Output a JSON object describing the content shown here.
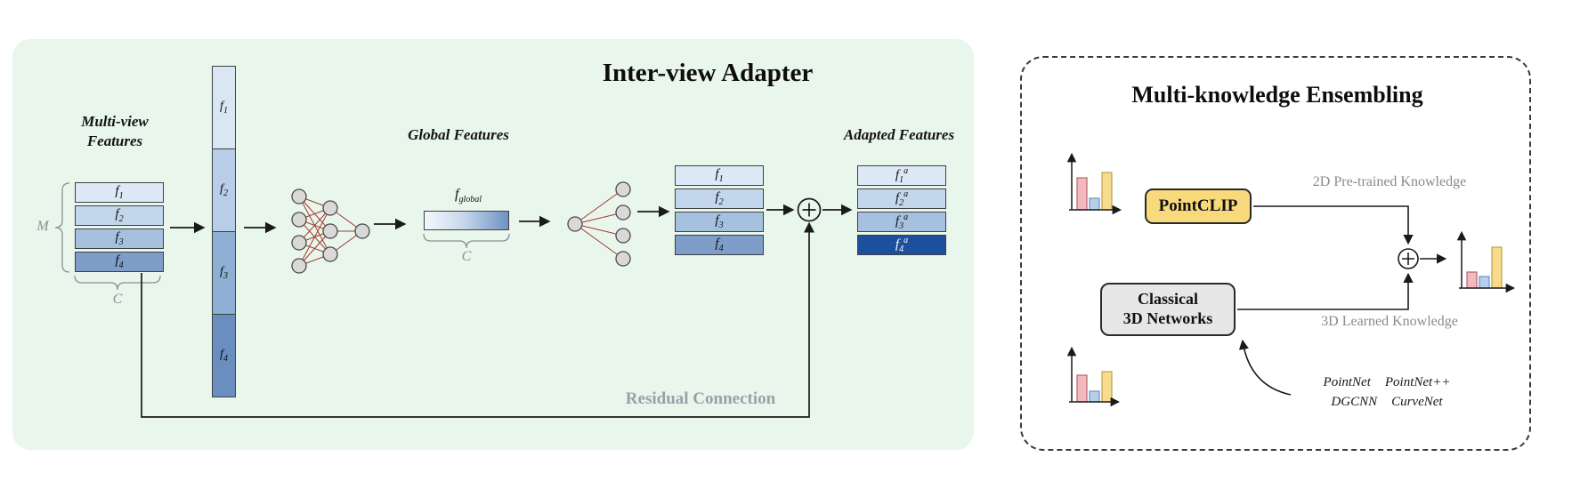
{
  "left": {
    "title": "Inter-view Adapter",
    "multiview_label": [
      "Multi-view",
      "Features"
    ],
    "m_label": "M",
    "c_label": "C",
    "global_features_label": "Global Features",
    "f_global": {
      "base": "f",
      "sub": "global"
    },
    "adapted_features_label": "Adapted Features",
    "residual_label": "Residual Connection",
    "stacks": {
      "input": [
        {
          "base": "f",
          "sub": "1"
        },
        {
          "base": "f",
          "sub": "2"
        },
        {
          "base": "f",
          "sub": "3"
        },
        {
          "base": "f",
          "sub": "4"
        }
      ],
      "concat": [
        {
          "base": "f",
          "sub": "1"
        },
        {
          "base": "f",
          "sub": "2"
        },
        {
          "base": "f",
          "sub": "3"
        },
        {
          "base": "f",
          "sub": "4"
        }
      ],
      "output": [
        {
          "base": "f",
          "sub": "1"
        },
        {
          "base": "f",
          "sub": "2"
        },
        {
          "base": "f",
          "sub": "3"
        },
        {
          "base": "f",
          "sub": "4"
        }
      ],
      "adapted": [
        {
          "base": "f",
          "sub": "1",
          "sup": "a"
        },
        {
          "base": "f",
          "sub": "2",
          "sup": "a"
        },
        {
          "base": "f",
          "sub": "3",
          "sup": "a"
        },
        {
          "base": "f",
          "sub": "4",
          "sup": "a"
        }
      ]
    }
  },
  "right": {
    "title": "Multi-knowledge Ensembling",
    "pointclip": "PointCLIP",
    "classical": [
      "Classical",
      "3D Networks"
    ],
    "knowledge_2d": "2D Pre-trained Knowledge",
    "knowledge_3d": "3D Learned Knowledge",
    "backbones": [
      [
        "PointNet",
        "PointNet++"
      ],
      [
        "DGCNN",
        "CurveNet"
      ]
    ]
  },
  "colors": {
    "panel_green": "#e9f6ec",
    "feature_shades": [
      "#dde9f6",
      "#c2d6ec",
      "#a6c1e0",
      "#7e9dc8"
    ],
    "concat_shades": [
      "#d9e6f4",
      "#b7cde8",
      "#8fafd5",
      "#6b8ec0"
    ],
    "adapted_dark_blue": "#1d4f9f",
    "global_gradient": [
      "#f3f7fb",
      "#6f92c3"
    ],
    "pointclip_bg": "#f8d97c",
    "classical_bg": "#e7e7e7",
    "bar_pink": "#f4b8bf",
    "bar_blue": "#b8cfe8",
    "bar_yellow": "#f6dc8c",
    "nn_edge_red": "#a33b32",
    "gray_text": "#8a8a8a",
    "residual_gray": "#98a1a8"
  }
}
